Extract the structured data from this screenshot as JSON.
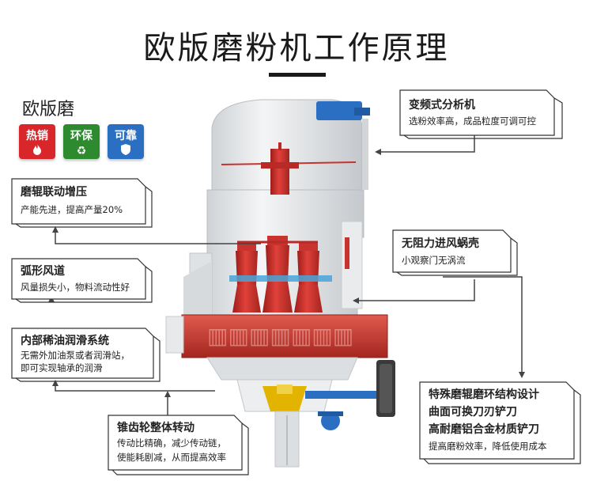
{
  "title": "欧版磨粉机工作原理",
  "subtitle": "欧版磨",
  "badges": [
    {
      "label": "热销",
      "icon": "flame-icon",
      "color": "#d8262b"
    },
    {
      "label": "环保",
      "icon": "recycle-icon",
      "color": "#2e8a2e"
    },
    {
      "label": "可靠",
      "icon": "shield-icon",
      "color": "#2a6fc2"
    }
  ],
  "callouts": {
    "analyzer": {
      "title": "变频式分析机",
      "desc": "选粉效率高，成品粒度可调可控"
    },
    "roller_pressure": {
      "title": "磨辊联动增压",
      "desc": "产能先进，提高产量20%"
    },
    "air_duct": {
      "title": "弧形风道",
      "desc": "风量损失小，物料流动性好"
    },
    "volute": {
      "title": "无阻力进风蜗壳",
      "desc": "小观察门无涡流"
    },
    "lubrication": {
      "title": "内部稀油润滑系统",
      "desc1": "无需外加油泵或者润滑站，",
      "desc2": "即可实现轴承的润滑"
    },
    "bevel_gear": {
      "title": "锥齿轮整体转动",
      "desc1": "传动比精确，减少传动链，",
      "desc2": "使能耗剧减，从而提高效率"
    },
    "roller_ring": {
      "line1": "特殊磨辊磨环结构设计",
      "line2": "曲面可换刀刃铲刀",
      "line3": "高耐磨铝合金材质铲刀",
      "desc": "提高磨粉效率，降低使用成本"
    }
  },
  "colors": {
    "accent_red": "#c8322f",
    "accent_blue": "#2a6fc2",
    "body_grey": "#e6e8ea"
  }
}
